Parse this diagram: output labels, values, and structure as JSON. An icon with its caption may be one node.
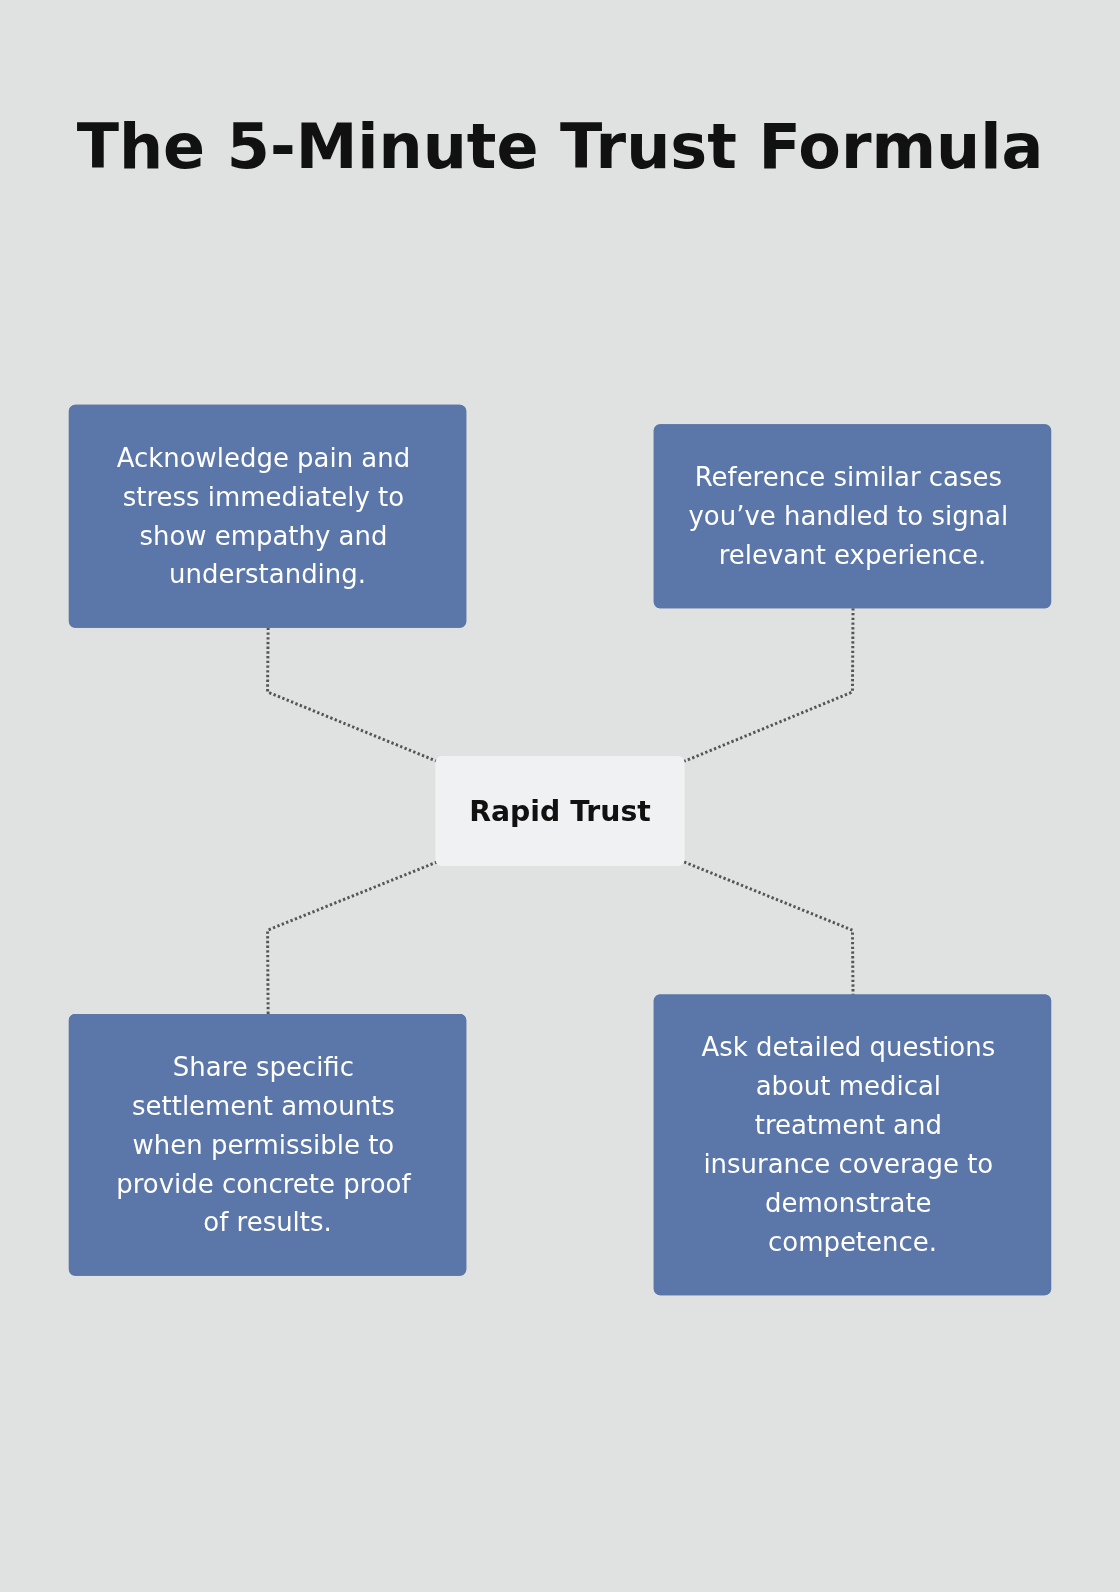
{
  "diagram": {
    "title": "The 5-Minute Trust Formula",
    "nodes": [
      {
        "text": [
          "Acknowledge pain and stress immediately to show empathy and understanding."
        ]
      },
      {
        "text": [
          "Reference similar cases you’ve handled to signal relevant experience."
        ]
      },
      {
        "text": [
          "Rapid Trust"
        ]
      },
      {
        "text": [
          "Share specific settlement amounts when permissible to provide concrete proof of results."
        ]
      },
      {
        "text": [
          "Ask detailed questions about medical treatment and insurance coverage to demonstrate competence."
        ]
      }
    ],
    "edges": [
      {
        "from": 0,
        "to": 2,
        "arrow": "none",
        "style": "dashed"
      },
      {
        "from": 1,
        "to": 2,
        "arrow": "none",
        "style": "dashed"
      },
      {
        "from": 2,
        "to": 3,
        "arrow": "none",
        "style": "dashed"
      },
      {
        "from": 2,
        "to": 4,
        "arrow": "none",
        "style": "dashed"
      }
    ]
  }
}
